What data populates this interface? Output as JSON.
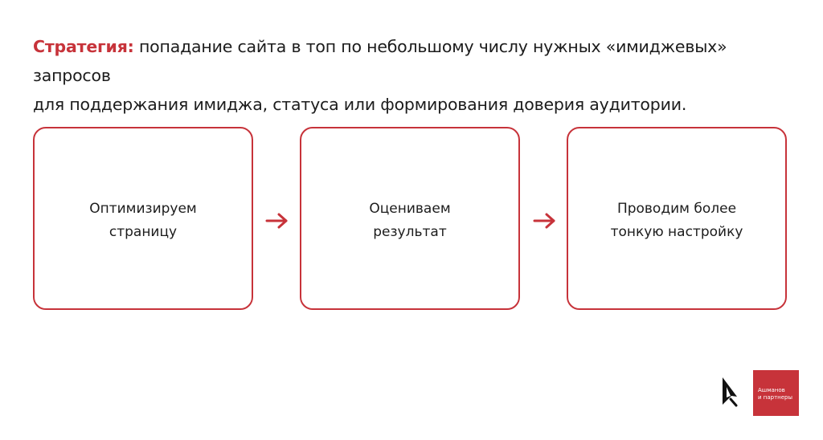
{
  "headline": {
    "accent": "Стратегия:",
    "line1": " попадание сайта в топ по небольшому числу нужных «имиджевых» запросов",
    "line2": "для поддержания имиджа, статуса или формирования доверия аудитории."
  },
  "steps": [
    {
      "label": "Оптимизируем\nстраницу"
    },
    {
      "label": "Оцениваем\nрезультат"
    },
    {
      "label": "Проводим более\nтонкую настройку"
    }
  ],
  "logo": {
    "icon": "ashmanov-a-logo-icon",
    "line1": "Ашманов",
    "line2": "и партнеры"
  },
  "colors": {
    "accent": "#c7333a",
    "text": "#1c1c1c",
    "background": "#ffffff"
  }
}
